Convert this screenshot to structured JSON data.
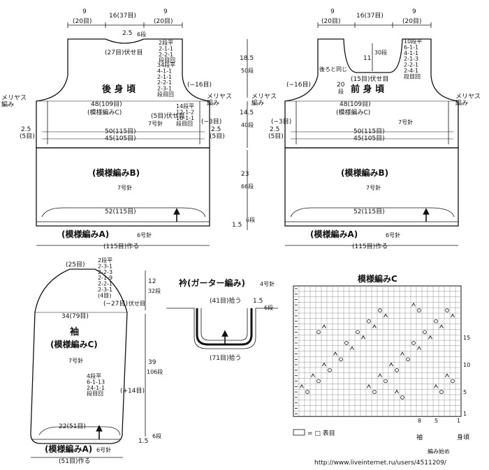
{
  "back": {
    "title": "後 身 頃",
    "pattern_c": "(模様編みC)",
    "pattern_b": "(模様編みB)",
    "pattern_a": "(模様編みA)",
    "needle7": "7号針",
    "needle7b": "7号針",
    "needle6": "6号針",
    "top_w1": "9",
    "top_w1s": "(20目)",
    "top_w2": "16(37目)",
    "top_w3": "9",
    "top_w3s": "(20目)",
    "neck_drop": "2.5",
    "neck_drop_s": "6段",
    "neck_bind": "(27目)伏せ目",
    "neck_dec": "2段平\n2-1-1\n2-2-1\n段目回",
    "arm_dec": "34段平\n4-1-1\n2-1-1\n2-2-1\n2-3-1\n段目回",
    "arm_bind": "(5目)伏せ目",
    "arm_minus": "(−16目)",
    "side_inc": "14段平\n12-1-2\n10-1-1\n段目回",
    "side_minus": "(−3目)",
    "merias_l": "メリヤス\n編み",
    "merias_r": "メリヤス\n編み",
    "w48": "48(109目)",
    "w50": "50(115目)",
    "w45": "45(105目)",
    "w52": "52(115目)",
    "l25a": "2.5",
    "l25a_s": "(5目)",
    "l25b": "2.5",
    "l25b_s": "(5目)",
    "cast_on": "(115目)作る"
  },
  "front": {
    "title": "前 身 頃",
    "pattern_c": "(模様編みC)",
    "pattern_b": "(模様編みB)",
    "pattern_a": "(模様編みA)",
    "needle7": "7号針",
    "needle7b": "7号針",
    "needle6": "6号針",
    "top_w1": "9",
    "top_w1s": "(20目)",
    "top_w2": "16(37目)",
    "top_w3": "9",
    "top_w3s": "(20目)",
    "neck_depth": "11",
    "neck_depth_s": "30段",
    "neck_bind": "(15目)伏せ目",
    "neck_dec": "10段平\n6-1-1\n4-1-1\n2-1-3\n2-2-1\n2-4-1\n段目回",
    "note": "後ろと同じ",
    "ref": "20",
    "ref_s": "段",
    "arm_minus": "(−16目)",
    "side_minus": "(−3目)",
    "merias_l": "メリヤス\n編み",
    "merias_r": "メリヤス\n編み",
    "w48": "48(109目)",
    "w50": "50(115目)",
    "w45": "45(105目)",
    "w52": "52(115目)",
    "l25a": "2.5",
    "l25a_s": "(5目)",
    "cast_on": "(115目)作る"
  },
  "center_lengths": {
    "l1": "18.5",
    "l1_s": "50段",
    "l2": "14.5",
    "l2_s": "40段",
    "l3": "23",
    "l3_s": "66段",
    "l4": "1.5",
    "l4_s": "6段"
  },
  "sleeve": {
    "title": "袖",
    "pattern_c": "(模様編みC)",
    "pattern_a": "(模様編みA)",
    "needle7": "7号針",
    "needle6": "6号針",
    "top": "(25目)",
    "cap_dec": "2段平\n2-3-1\n2-2-3\n2-1-9\n2-2-1\n2-3-1\n(4目)",
    "bind": "(−27目)",
    "bind2": "伏せ目",
    "w34": "34(79目)",
    "inc": "4段平\n6-1-13\n24-1-1\n段目回",
    "inc_plus": "(+14目)",
    "w22": "22(51目)",
    "cast_on": "(51目)作る",
    "l1": "12",
    "l1_s": "32段",
    "l2": "39",
    "l2_s": "106段",
    "l3": "1.5",
    "l3_s": "6段"
  },
  "collar": {
    "title": "衿(ガーター編み)",
    "needle": "4号針",
    "pick1": "(41目)拾う",
    "pick2": "(71目)拾う",
    "h": "1.5",
    "h_s": "6段"
  },
  "chart": {
    "title": "模様編みC",
    "legend": "= □ 表目",
    "sleeve": "袖",
    "body": "身頃",
    "start": "編み始め",
    "rows": [
      "1",
      "5",
      "10",
      "15"
    ],
    "cols": [
      "8",
      "5",
      "1"
    ]
  },
  "url": "http://www.liveinternet.ru/users/4511209/"
}
